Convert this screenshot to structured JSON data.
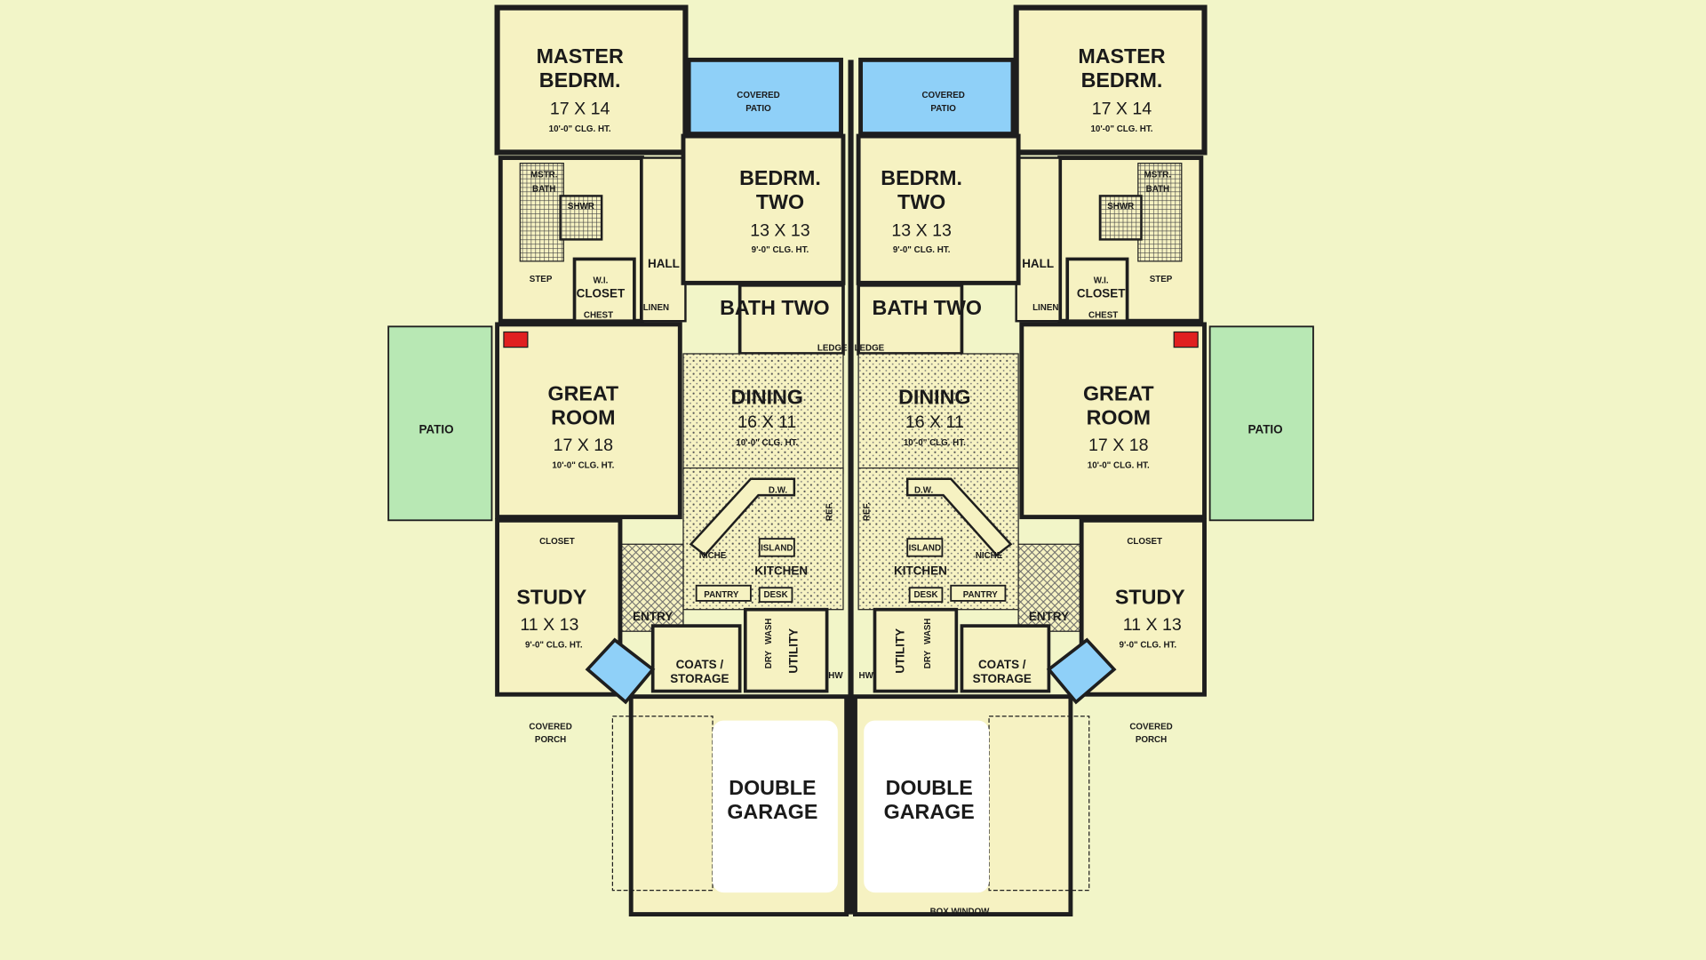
{
  "colors": {
    "background": "#f2f5c8",
    "floor": "#f6f2c2",
    "covered_patio": "#8fd0f8",
    "patio": "#b8e8b4",
    "fireplace": "#e02020",
    "wall": "#1e1e1e"
  },
  "units": [
    {
      "master": {
        "name1": "MASTER",
        "name2": "BEDRM.",
        "dim": "17 X 14",
        "clg": "10'-0\" CLG. HT."
      },
      "covered_patio": {
        "l1": "COVERED",
        "l2": "PATIO"
      },
      "bedroom_two": {
        "name1": "BEDRM.",
        "name2": "TWO",
        "dim": "13 X 13",
        "clg": "9'-0\" CLG. HT."
      },
      "master_bath": {
        "l1": "MSTR.",
        "l2": "BATH",
        "shower": "SHWR",
        "step": "STEP"
      },
      "wi_closet": {
        "l1": "W.I.",
        "l2": "CLOSET",
        "chest": "CHEST"
      },
      "hall": "HALL",
      "linen": "LINEN",
      "bath_two": "BATH TWO",
      "ledge": "LEDGE",
      "great_room": {
        "name1": "GREAT",
        "name2": "ROOM",
        "dim": "17 X 18",
        "clg": "10'-0\" CLG. HT."
      },
      "patio": "PATIO",
      "dining": {
        "name": "DINING",
        "dim": "16 X 11",
        "clg": "10'-0\" CLG. HT."
      },
      "kitchen": {
        "name": "KITCHEN",
        "dw": "D.W.",
        "island": "ISLAND",
        "niche": "NICHE",
        "pantry": "PANTRY",
        "desk": "DESK",
        "ref": "REF."
      },
      "study": {
        "name": "STUDY",
        "dim": "11 X 13",
        "clg": "9'-0\" CLG. HT.",
        "closet": "CLOSET"
      },
      "entry": "ENTRY",
      "coats": {
        "l1": "COATS /",
        "l2": "STORAGE"
      },
      "utility": {
        "name": "UTILITY",
        "wash": "WASH",
        "dry": "DRY",
        "hw": "HW"
      },
      "covered_porch": {
        "l1": "COVERED",
        "l2": "PORCH"
      },
      "garage": {
        "l1": "DOUBLE",
        "l2": "GARAGE"
      }
    },
    {
      "master": {
        "name1": "MASTER",
        "name2": "BEDRM.",
        "dim": "17 X 14",
        "clg": "10'-0\" CLG. HT."
      },
      "covered_patio": {
        "l1": "COVERED",
        "l2": "PATIO"
      },
      "bedroom_two": {
        "name1": "BEDRM.",
        "name2": "TWO",
        "dim": "13 X 13",
        "clg": "9'-0\" CLG. HT."
      },
      "master_bath": {
        "l1": "MSTR.",
        "l2": "BATH",
        "shower": "SHWR",
        "step": "STEP"
      },
      "wi_closet": {
        "l1": "W.I.",
        "l2": "CLOSET",
        "chest": "CHEST"
      },
      "hall": "HALL",
      "linen": "LINEN",
      "bath_two": "BATH TWO",
      "ledge": "LEDGE",
      "great_room": {
        "name1": "GREAT",
        "name2": "ROOM",
        "dim": "17 X 18",
        "clg": "10'-0\" CLG. HT."
      },
      "patio": "PATIO",
      "dining": {
        "name": "DINING",
        "dim": "16 X 11",
        "clg": "10'-0\" CLG. HT."
      },
      "kitchen": {
        "name": "KITCHEN",
        "dw": "D.W.",
        "island": "ISLAND",
        "niche": "NICHE",
        "pantry": "PANTRY",
        "desk": "DESK",
        "ref": "REF."
      },
      "study": {
        "name": "STUDY",
        "dim": "11 X 13",
        "clg": "9'-0\" CLG. HT.",
        "closet": "CLOSET"
      },
      "entry": "ENTRY",
      "coats": {
        "l1": "COATS /",
        "l2": "STORAGE"
      },
      "utility": {
        "name": "UTILITY",
        "wash": "WASH",
        "dry": "DRY",
        "hw": "HW"
      },
      "covered_porch": {
        "l1": "COVERED",
        "l2": "PORCH"
      },
      "garage": {
        "l1": "DOUBLE",
        "l2": "GARAGE"
      }
    }
  ],
  "box_window": "BOX WINDOW"
}
